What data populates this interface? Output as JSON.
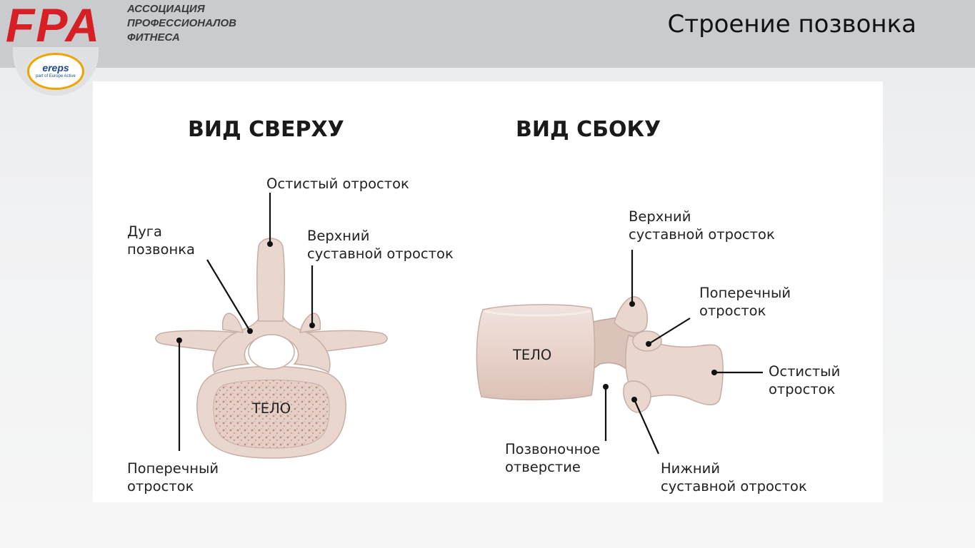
{
  "header": {
    "logo": "FPA",
    "association_lines": [
      "АССОЦИАЦИЯ",
      "ПРОФЕССИОНАЛОВ",
      "ФИТНЕСА"
    ],
    "title": "Строение позвонка",
    "badge": {
      "brand": "ereps",
      "sub": "part of Europe Active"
    }
  },
  "diagram": {
    "top_view": {
      "heading": "ВИД СВЕРХУ",
      "body_label": "ТЕЛО",
      "labels": {
        "spinous": "Остистый отросток",
        "arch_1": "Дуга",
        "arch_2": "позвонка",
        "superior_1": "Верхний",
        "superior_2": "суставной отросток",
        "transverse_1": "Поперечный",
        "transverse_2": "отросток"
      }
    },
    "side_view": {
      "heading": "ВИД СБОКУ",
      "body_label": "ТЕЛО",
      "labels": {
        "superior_1": "Верхний",
        "superior_2": "суставной отросток",
        "transverse_1": "Поперечный",
        "transverse_2": "отросток",
        "spinous_1": "Остистый",
        "spinous_2": "отросток",
        "foramen_1": "Позвоночное",
        "foramen_2": "отверстие",
        "inferior_1": "Нижний",
        "inferior_2": "суставной отросток"
      }
    }
  },
  "colors": {
    "brand_red": "#d71f26",
    "bone": "#e9d6cf",
    "badge_ring": "#f0a400"
  }
}
